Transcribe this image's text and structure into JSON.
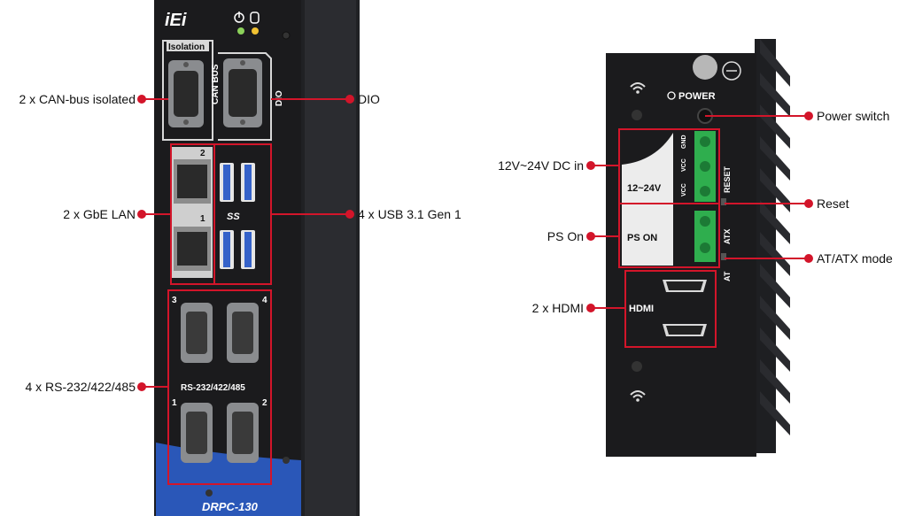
{
  "colors": {
    "callout": "#d3152a",
    "chassis": "#1b1b1d",
    "chassis_edge": "#2b2c30",
    "brand_blue": "#2a57b8",
    "terminal_green": "#2fae4e"
  },
  "left_device": {
    "brand": "iEi",
    "isolation_label": "Isolation",
    "can_bus_label": "CAN BUS",
    "dio_label": "DIO",
    "serial_label": "RS-232/422/485",
    "model": "DRPC-130",
    "usb_logo": "SS",
    "lan_port_numbers": [
      "2",
      "1"
    ],
    "com_port_numbers": [
      "3",
      "4",
      "1",
      "2"
    ]
  },
  "right_device": {
    "power_label": "POWER",
    "voltage_label": "12~24V",
    "ps_on_label": "PS ON",
    "hdmi_label": "HDMI",
    "reset_label": "RESET",
    "atx_label": "ATX",
    "at_label": "AT",
    "terminal_pins": [
      "GND",
      "VCC",
      "VCC"
    ]
  },
  "callouts": {
    "can_bus": "2 x CAN-bus isolated",
    "dio": "DIO",
    "gbe_lan": "2 x GbE LAN",
    "usb": "4 x USB 3.1 Gen 1",
    "serial": "4 x RS-232/422/485",
    "power_switch": "Power switch",
    "dc_in": "12V~24V DC in",
    "reset": "Reset",
    "ps_on": "PS On",
    "at_atx": "AT/ATX mode",
    "hdmi": "2 x HDMI"
  }
}
